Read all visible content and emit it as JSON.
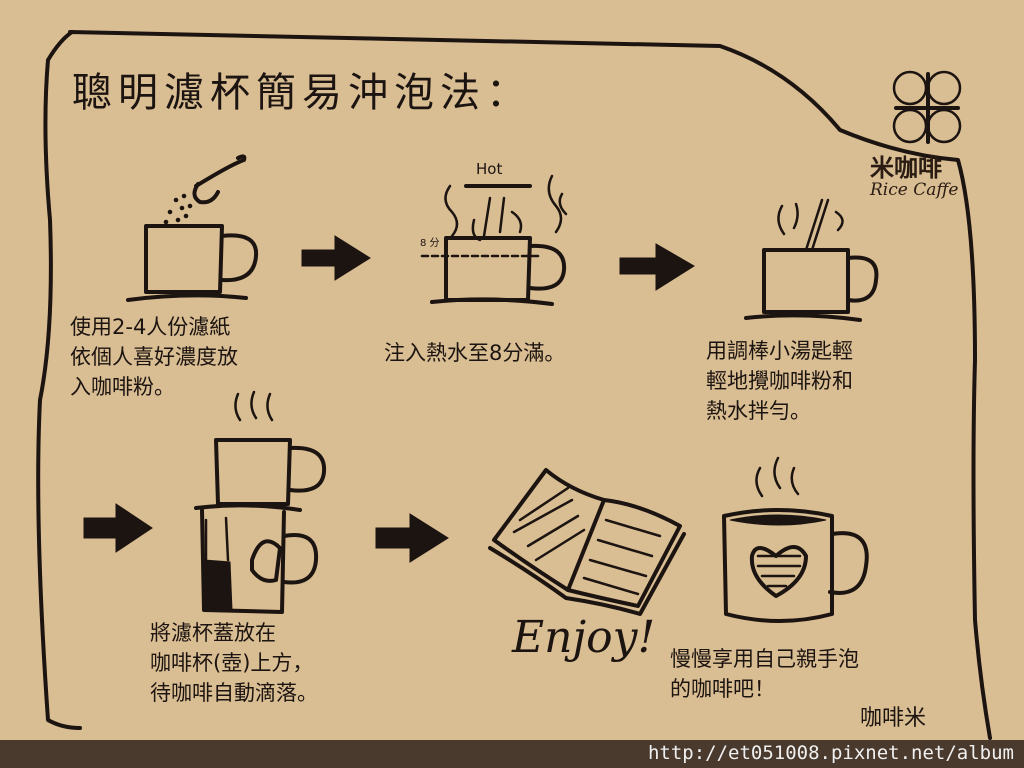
{
  "title": "聰明濾杯簡易沖泡法：",
  "logo": {
    "cn": "米咖啡",
    "en": "Rice Caffe"
  },
  "steps": [
    {
      "text": "使用2-4人份濾紙\n依個人喜好濃度放\n入咖啡粉。"
    },
    {
      "text": "注入熱水至8分滿。",
      "hot_label": "Hot",
      "level_label": "8\n分"
    },
    {
      "text": "用調棒小湯匙輕\n輕地攪咖啡粉和\n熱水拌勻。"
    },
    {
      "text": "將濾杯蓋放在\n咖啡杯(壺)上方，\n待咖啡自動滴落。"
    },
    {
      "text": "慢慢享用自己親手泡\n的咖啡吧！"
    }
  ],
  "enjoy": "Enjoy!",
  "signature": "咖啡米",
  "footer": {
    "url": "http://et051008.pixnet.net/album"
  },
  "colors": {
    "paper": "#d9bd93",
    "ink": "#1c1410",
    "footer": "#4a3a2e"
  }
}
